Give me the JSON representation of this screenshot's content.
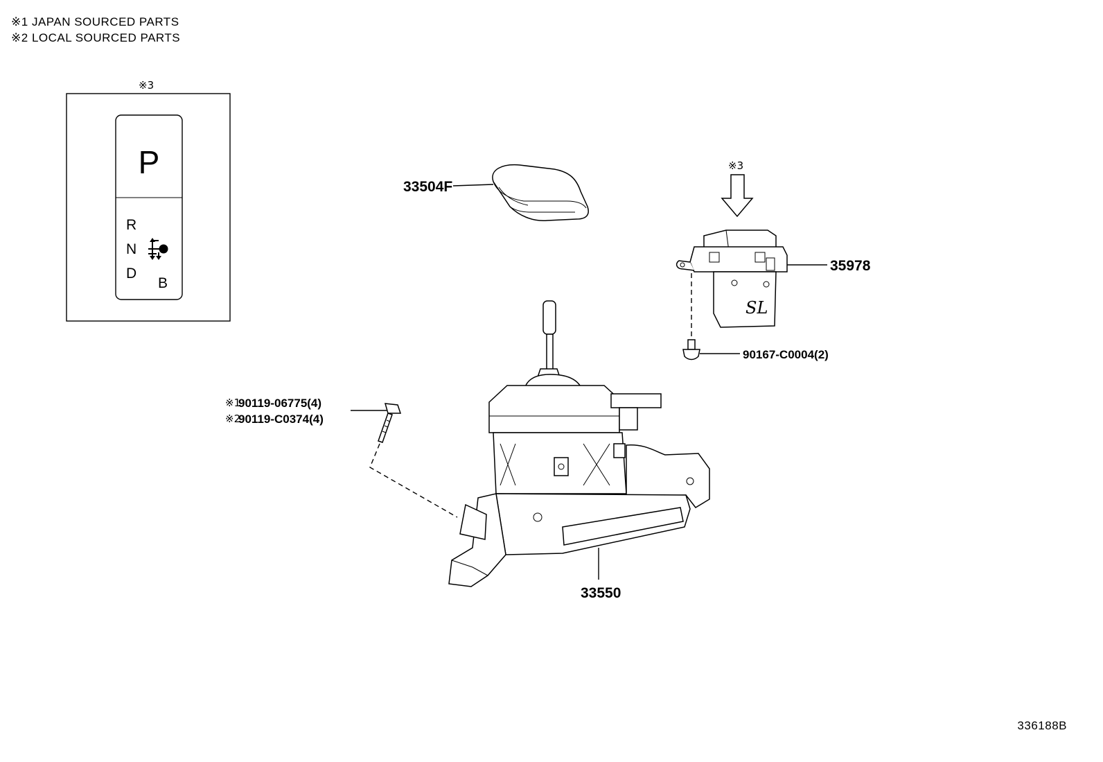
{
  "notes": [
    {
      "mark": "※1",
      "text": "JAPAN SOURCED PARTS"
    },
    {
      "mark": "※2",
      "text": "LOCAL SOURCED PARTS"
    }
  ],
  "inset": {
    "mark": "※3",
    "gear_top": "P",
    "gears": [
      "R",
      "N",
      "D"
    ],
    "gear_b": "B"
  },
  "parts": {
    "knob": "33504F",
    "switch": "35978",
    "switch_mark": "※3",
    "screw": "90167-C0004(2)",
    "bolt_japan_mark": "※1",
    "bolt_japan": "90119-06775(4)",
    "bolt_local_mark": "※2",
    "bolt_local": "90119-C0374(4)",
    "shifter": "33550",
    "switch_marking": "SL"
  },
  "ref_number": "336188B"
}
